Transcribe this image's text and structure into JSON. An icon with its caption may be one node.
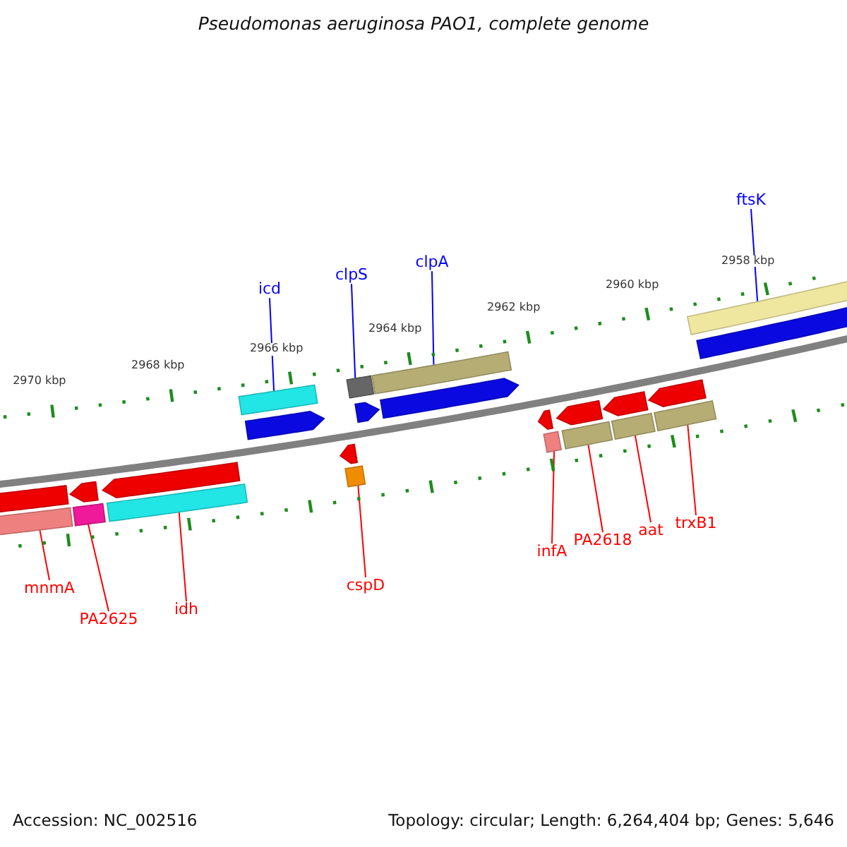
{
  "diagram": {
    "title": "Pseudomonas aeruginosa PAO1, complete genome",
    "nodes": [
      {
        "text": [
          "icd"
        ]
      },
      {
        "text": [
          "clpS"
        ]
      },
      {
        "text": [
          "clpA"
        ]
      },
      {
        "text": [
          "ftsK"
        ]
      },
      {
        "text": [
          "mnmA"
        ]
      },
      {
        "text": [
          "PA2625"
        ]
      },
      {
        "text": [
          "idh"
        ]
      },
      {
        "text": [
          "cspD"
        ]
      },
      {
        "text": [
          "infA"
        ]
      },
      {
        "text": [
          "PA2618"
        ]
      },
      {
        "text": [
          "aat"
        ]
      },
      {
        "text": [
          "trxB1"
        ]
      },
      {
        "text": [],
        "shape": "bar"
      },
      {
        "text": [],
        "shape": "bar"
      },
      {
        "text": [],
        "shape": "bar"
      },
      {
        "text": [],
        "shape": "bar"
      },
      {
        "text": [],
        "shape": "arrow"
      },
      {
        "text": [],
        "shape": "arrow"
      },
      {
        "text": [],
        "shape": "arrow"
      },
      {
        "text": [],
        "shape": "bar"
      },
      {
        "text": [],
        "shape": "bar"
      },
      {
        "text": [],
        "shape": "arrow"
      },
      {
        "text": [],
        "shape": "arrow"
      },
      {
        "text": [],
        "shape": "arrow"
      },
      {
        "text": [],
        "shape": "arrow"
      },
      {
        "text": [],
        "shape": "arrow"
      },
      {
        "text": [],
        "shape": "arrow"
      },
      {
        "text": [],
        "shape": "arrow"
      },
      {
        "text": [],
        "shape": "bar"
      },
      {
        "text": [],
        "shape": "bar"
      },
      {
        "text": [],
        "shape": "bar"
      },
      {
        "text": [],
        "shape": "bar"
      },
      {
        "text": [],
        "shape": "bar"
      },
      {
        "text": [],
        "shape": "bar"
      },
      {
        "text": [],
        "shape": "bar"
      },
      {
        "text": [],
        "shape": "bar"
      }
    ],
    "edges": [
      {
        "from": 0,
        "to": 12,
        "arrow": "none",
        "color": "#0000ff"
      },
      {
        "from": 1,
        "to": 13,
        "arrow": "none",
        "color": "#0000ff"
      },
      {
        "from": 2,
        "to": 14,
        "arrow": "none",
        "color": "#0000ff"
      },
      {
        "from": 3,
        "to": 15,
        "arrow": "none",
        "color": "#0000ff"
      },
      {
        "from": 4,
        "to": 28,
        "arrow": "none"
      },
      {
        "from": 5,
        "to": 29,
        "arrow": "none"
      },
      {
        "from": 6,
        "to": 30,
        "arrow": "none"
      },
      {
        "from": 7,
        "to": 31,
        "arrow": "none"
      },
      {
        "from": 8,
        "to": 32,
        "arrow": "none"
      },
      {
        "from": 9,
        "to": 33,
        "arrow": "none"
      },
      {
        "from": 10,
        "to": 34,
        "arrow": "none"
      },
      {
        "from": 11,
        "to": 35,
        "arrow": "none"
      }
    ],
    "labels": [
      "2970 kbp",
      "2968 kbp",
      "2966 kbp",
      "2964 kbp",
      "2962 kbp",
      "2960 kbp",
      "2958 kbp",
      "Accession: NC_002516",
      "Topology: circular; Length: 6,264,404 bp; Genes: 5,646"
    ]
  }
}
